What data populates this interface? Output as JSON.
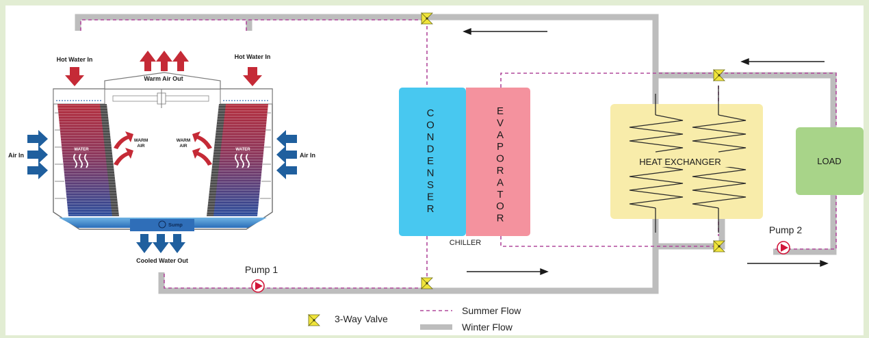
{
  "tower": {
    "hot_water_in_left": "Hot Water In",
    "hot_water_in_right": "Hot Water In",
    "warm_air_out": "Warm Air Out",
    "air_in_left": "Air In",
    "air_in_right": "Air In",
    "warm_air_left_1": "WARM",
    "warm_air_left_2": "AIR",
    "warm_air_right_1": "WARM",
    "warm_air_right_2": "AIR",
    "water_left": "WATER",
    "water_right": "WATER",
    "sump": "Sump",
    "cooled_water_out": "Cooled Water Out"
  },
  "chiller": {
    "label": "CHILLER",
    "condenser": [
      "C",
      "O",
      "N",
      "D",
      "E",
      "N",
      "S",
      "E",
      "R"
    ],
    "evaporator": [
      "E",
      "V",
      "A",
      "P",
      "O",
      "R",
      "A",
      "T",
      "O",
      "R"
    ]
  },
  "heat_exchanger": {
    "label": "HEAT EXCHANGER"
  },
  "load": {
    "label": "LOAD"
  },
  "pumps": {
    "pump1": "Pump 1",
    "pump2": "Pump 2"
  },
  "legend": {
    "valve": "3-Way Valve",
    "summer": "Summer Flow",
    "winter": "Winter Flow"
  },
  "colors": {
    "background": "#e2edd3",
    "winter_pipe": "#bdbdbd",
    "summer_flow": "#b0489b",
    "condenser": "#48c8f0",
    "evaporator": "#f4929e",
    "heat_exchanger": "#f8ecaa",
    "load": "#a8d489",
    "valve": "#f1e53c",
    "hot_arrow": "#c52a36",
    "cold_arrow": "#1f5f9e",
    "pump": "#d2163a"
  }
}
